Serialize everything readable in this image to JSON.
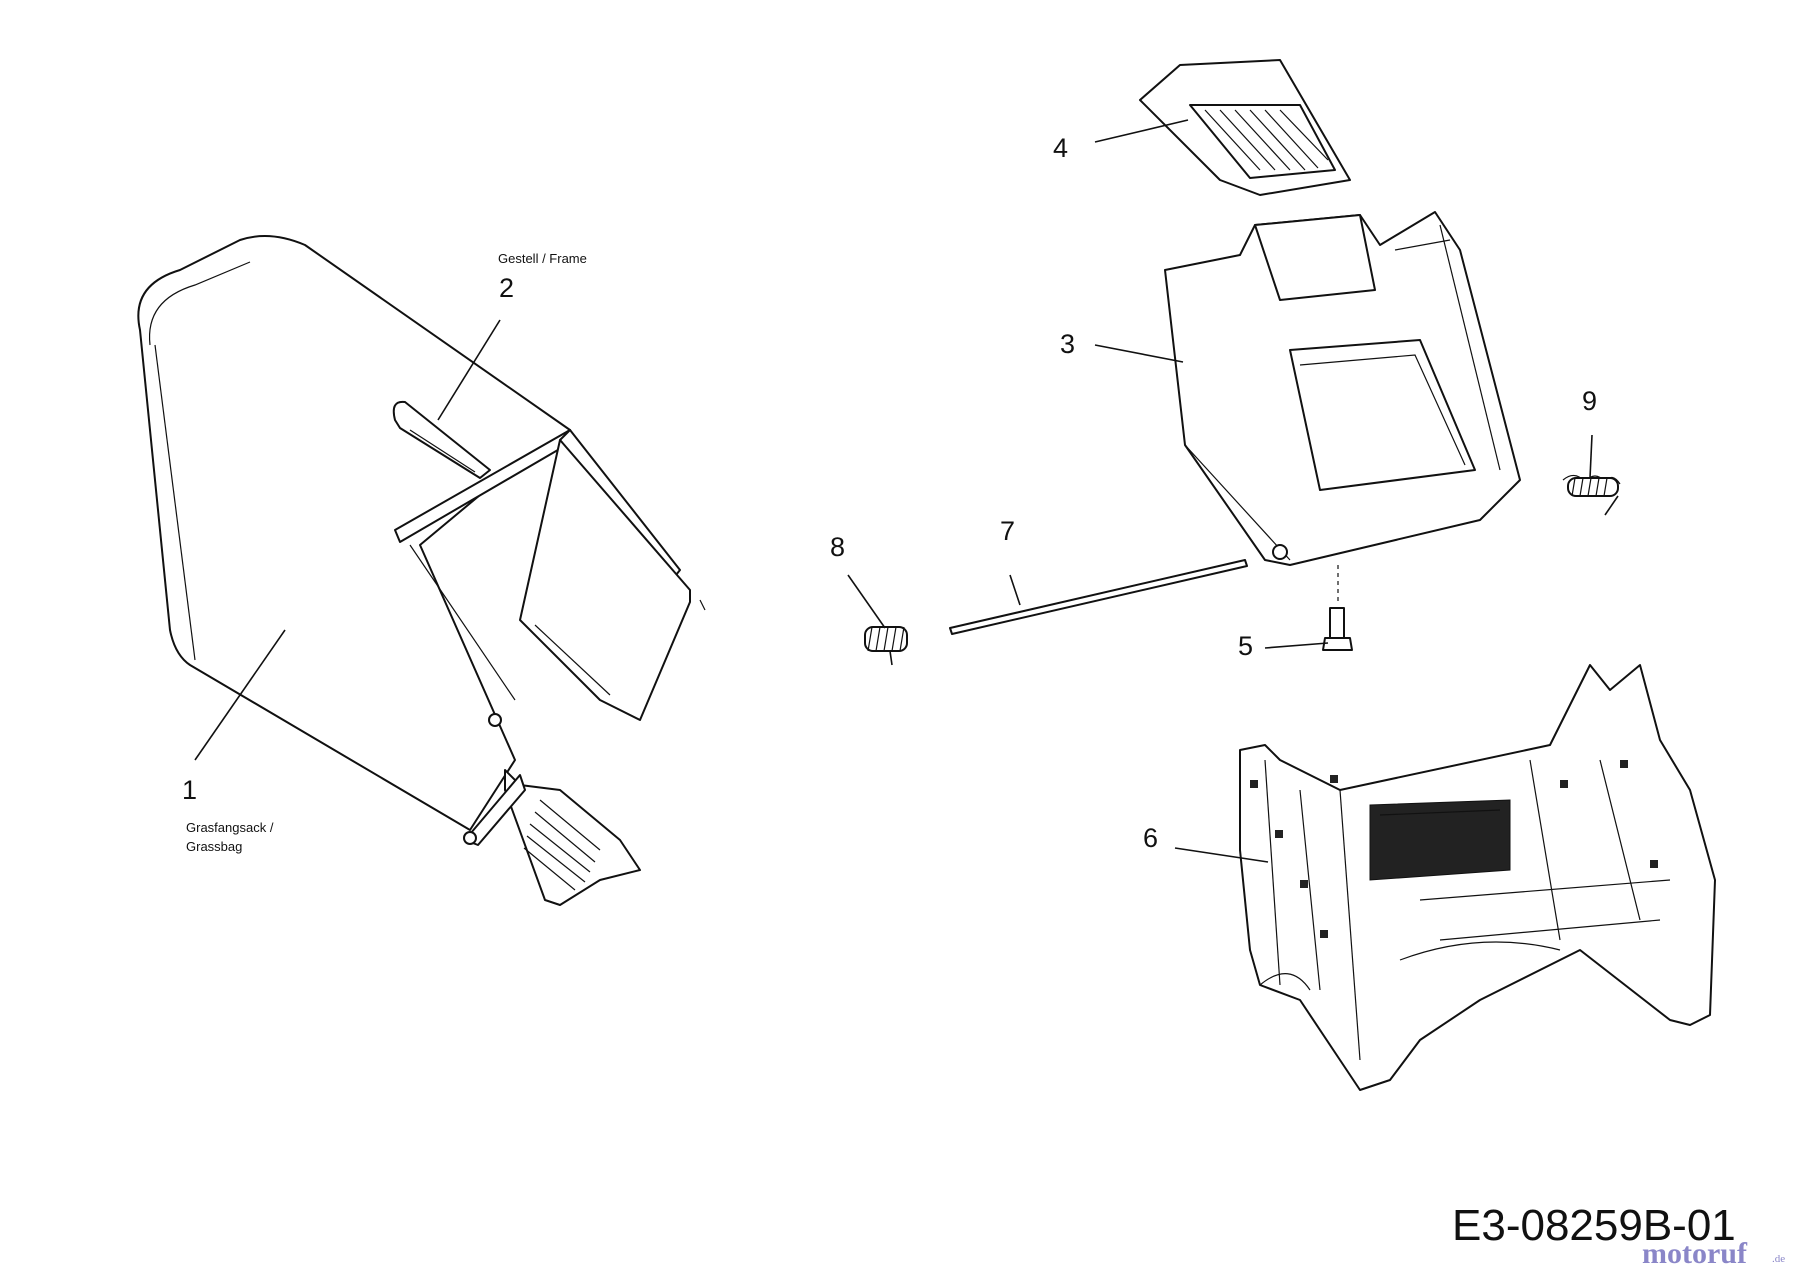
{
  "diagram": {
    "parts": [
      {
        "number": "1",
        "caption_line1": "Grasfangsack /",
        "caption_line2": "Grassbag"
      },
      {
        "number": "2",
        "caption": "Gestell /  Frame"
      },
      {
        "number": "3"
      },
      {
        "number": "4"
      },
      {
        "number": "5"
      },
      {
        "number": "6"
      },
      {
        "number": "7"
      },
      {
        "number": "8"
      },
      {
        "number": "9"
      }
    ],
    "drawing_code": "E3-08259B-01",
    "watermark": {
      "brand": "motoruf",
      "suffix": ".de"
    }
  }
}
